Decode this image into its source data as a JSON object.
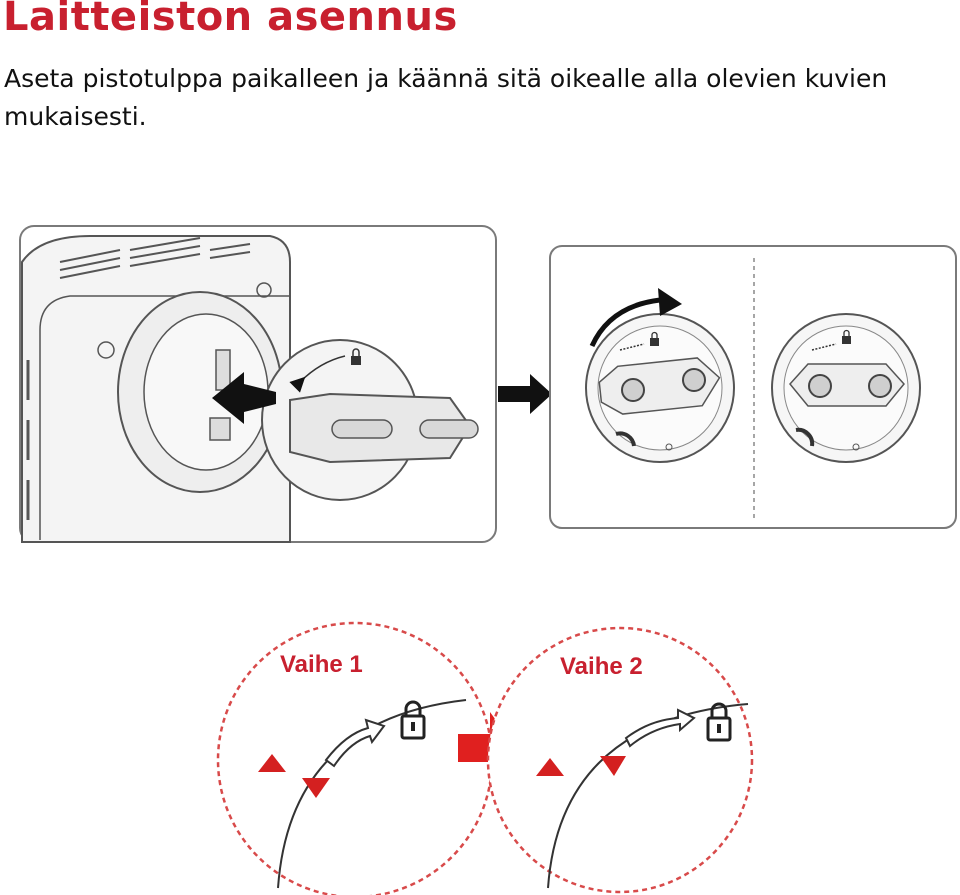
{
  "heading": "Laitteiston asennus",
  "instruction": "Aseta pistotulppa paikalleen ja käännä sitä oikealle alla olevien kuvien mukaisesti.",
  "steps": [
    {
      "label": "Vaihe 1"
    },
    {
      "label": "Vaihe 2"
    }
  ],
  "colors": {
    "accent": "#c8202f",
    "line": "#555555",
    "panel_border": "#7a7a7a"
  },
  "icons": [
    "lock-icon",
    "rotate-arrow-icon",
    "insert-arrow-icon",
    "next-arrow-icon",
    "triangle-marker-icon"
  ]
}
